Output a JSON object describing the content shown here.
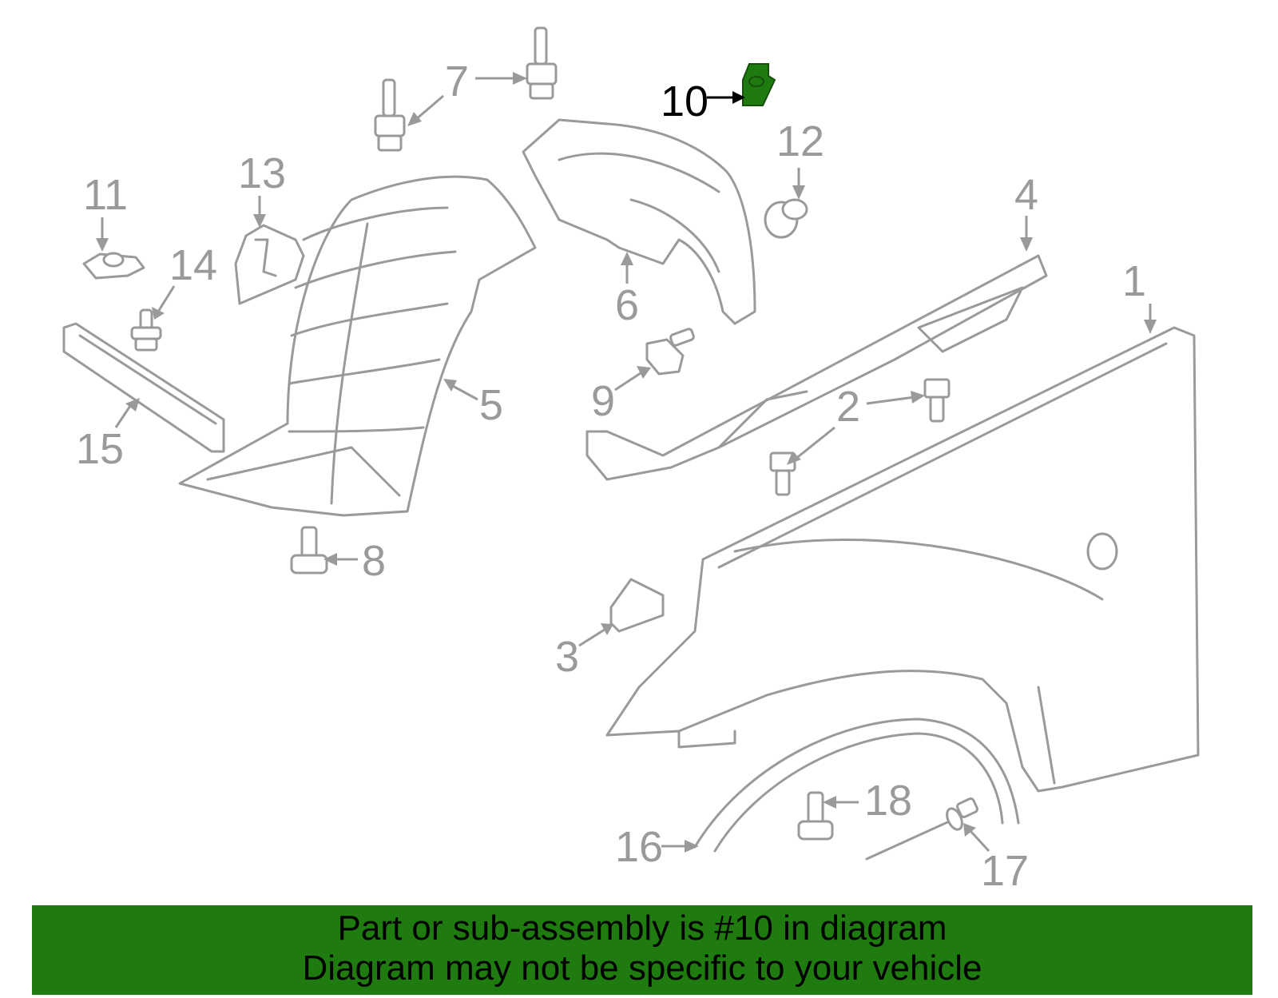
{
  "diagram": {
    "highlight": {
      "part": "10",
      "color": "#1f7a0f"
    },
    "callouts": [
      "1",
      "2",
      "3",
      "4",
      "5",
      "6",
      "7",
      "8",
      "9",
      "10",
      "11",
      "12",
      "13",
      "14",
      "15",
      "16",
      "17",
      "18"
    ]
  },
  "banner": {
    "line1": "Part or sub-assembly is #10 in diagram",
    "line2": "Diagram may not be specific to your vehicle",
    "background": "#1f7a0f"
  }
}
